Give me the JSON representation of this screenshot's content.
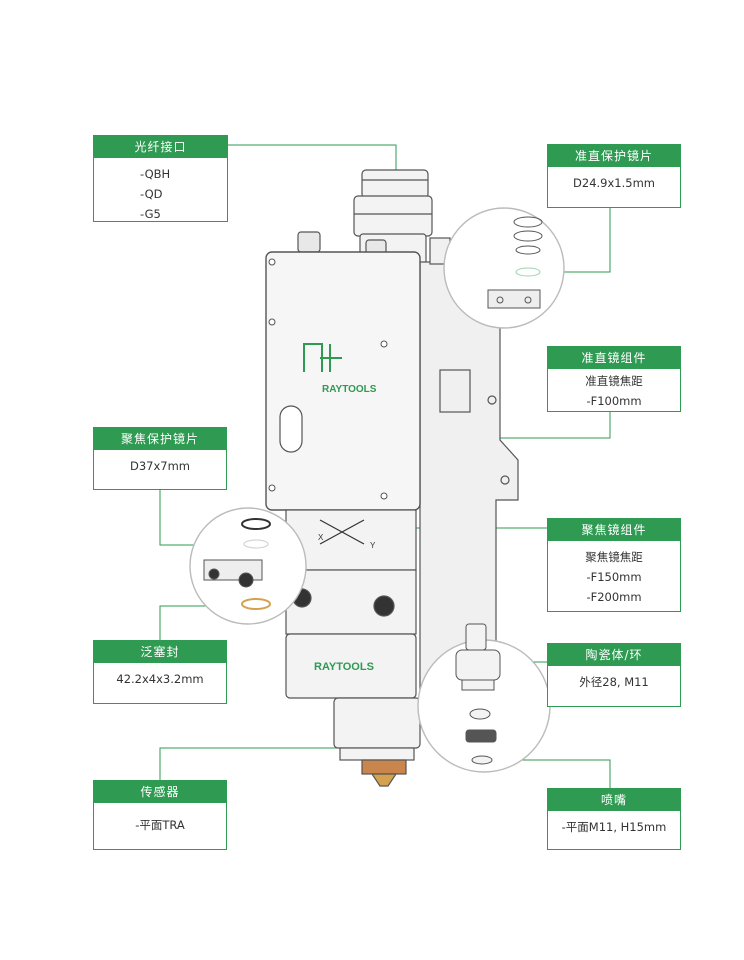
{
  "callouts": {
    "fiber": {
      "title": "光纤接口",
      "lines": [
        "-QBH",
        "-QD",
        "-G5"
      ]
    },
    "collimator_protect": {
      "title": "准直保护镜片",
      "lines": [
        "D24.9x1.5mm"
      ]
    },
    "collimator_lens": {
      "title": "准直镜组件",
      "lines": [
        "准直镜焦距",
        "-F100mm"
      ]
    },
    "focus_protect": {
      "title": "聚焦保护镜片",
      "lines": [
        "D37x7mm"
      ]
    },
    "focus_lens": {
      "title": "聚焦镜组件",
      "lines": [
        "聚焦镜焦距",
        "-F150mm",
        "-F200mm"
      ]
    },
    "seal": {
      "title": "泛塞封",
      "lines": [
        "42.2x4x3.2mm"
      ]
    },
    "ceramic": {
      "title": "陶瓷体/环",
      "lines": [
        "外径28, M11"
      ]
    },
    "sensor": {
      "title": "传感器",
      "lines": [
        "-平面TRA"
      ]
    },
    "nozzle": {
      "title": "喷嘴",
      "lines": [
        "-平面M11, H15mm"
      ]
    }
  },
  "brand": {
    "logo_text": "RAYTOOLS",
    "axis_x": "X",
    "axis_y": "Y"
  },
  "colors": {
    "accent": "#2e9a52",
    "body_line": "#555555",
    "body_fill": "#f3f3f3"
  }
}
